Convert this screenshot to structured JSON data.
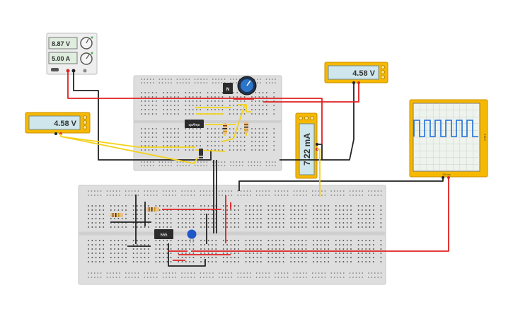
{
  "power_supply": {
    "voltage": "8.87 V",
    "current": "5.00 A"
  },
  "meters": {
    "left": {
      "reading": "4.58 V"
    },
    "right": {
      "reading": "4.58 V"
    },
    "ammeter": {
      "reading": "7.22 mA"
    }
  },
  "components": {
    "opamp_label": "opAmp",
    "timer_label": "555",
    "transistor_label": "N"
  },
  "oscilloscope": {
    "scale_label": "200 ms",
    "side_label": "9.00 V"
  },
  "wire_colors": {
    "red": "#e02020",
    "black": "#222222",
    "yellow": "#f2d21a"
  }
}
